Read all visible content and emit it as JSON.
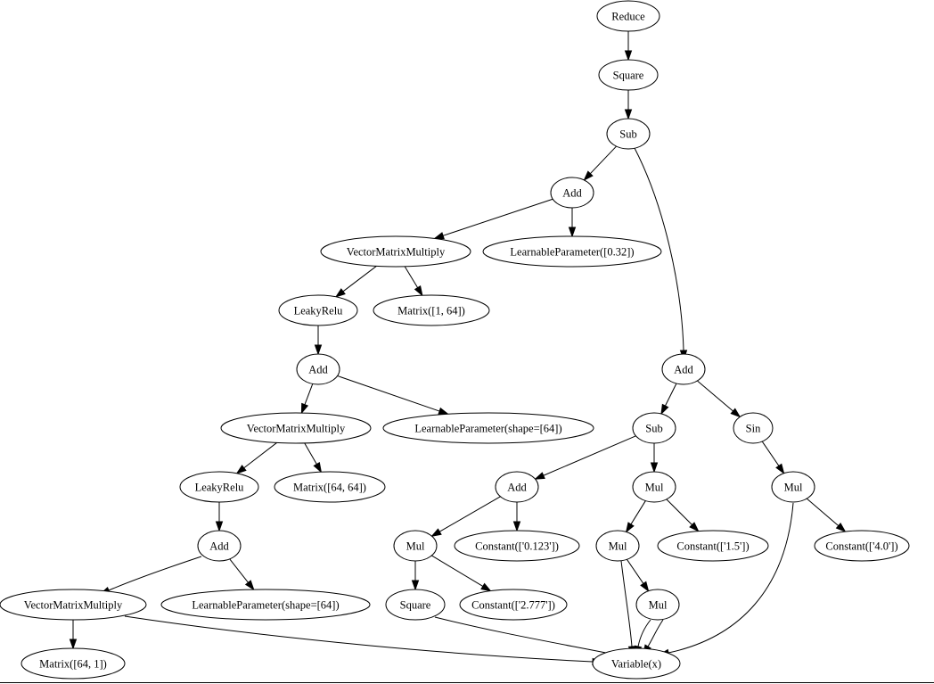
{
  "nodes": [
    {
      "id": "reduce",
      "label": "Reduce"
    },
    {
      "id": "square1",
      "label": "Square"
    },
    {
      "id": "sub1",
      "label": "Sub"
    },
    {
      "id": "add1",
      "label": "Add"
    },
    {
      "id": "vmm1",
      "label": "VectorMatrixMultiply"
    },
    {
      "id": "lp1",
      "label": "LearnableParameter([0.32])"
    },
    {
      "id": "lrelu1",
      "label": "LeakyRelu"
    },
    {
      "id": "mat1",
      "label": "Matrix([1, 64])"
    },
    {
      "id": "add2",
      "label": "Add"
    },
    {
      "id": "vmm2",
      "label": "VectorMatrixMultiply"
    },
    {
      "id": "lp2",
      "label": "LearnableParameter(shape=[64])"
    },
    {
      "id": "lrelu2",
      "label": "LeakyRelu"
    },
    {
      "id": "mat2",
      "label": "Matrix([64, 64])"
    },
    {
      "id": "add3",
      "label": "Add"
    },
    {
      "id": "vmm3",
      "label": "VectorMatrixMultiply"
    },
    {
      "id": "lp3",
      "label": "LearnableParameter(shape=[64])"
    },
    {
      "id": "mat3",
      "label": "Matrix([64, 1])"
    },
    {
      "id": "addR",
      "label": "Add"
    },
    {
      "id": "sub2",
      "label": "Sub"
    },
    {
      "id": "sin",
      "label": "Sin"
    },
    {
      "id": "add4",
      "label": "Add"
    },
    {
      "id": "mulA",
      "label": "Mul"
    },
    {
      "id": "mulB",
      "label": "Mul"
    },
    {
      "id": "mulC",
      "label": "Mul"
    },
    {
      "id": "const0123",
      "label": "Constant(['0.123'])"
    },
    {
      "id": "mulD",
      "label": "Mul"
    },
    {
      "id": "const15",
      "label": "Constant(['1.5'])"
    },
    {
      "id": "const40",
      "label": "Constant(['4.0'])"
    },
    {
      "id": "square2",
      "label": "Square"
    },
    {
      "id": "const2777",
      "label": "Constant(['2.777'])"
    },
    {
      "id": "mulE",
      "label": "Mul"
    },
    {
      "id": "var",
      "label": "Variable(x)"
    }
  ],
  "edges": [
    [
      "reduce",
      "square1"
    ],
    [
      "square1",
      "sub1"
    ],
    [
      "sub1",
      "add1"
    ],
    [
      "sub1",
      "addR"
    ],
    [
      "add1",
      "vmm1"
    ],
    [
      "add1",
      "lp1"
    ],
    [
      "vmm1",
      "lrelu1"
    ],
    [
      "vmm1",
      "mat1"
    ],
    [
      "lrelu1",
      "add2"
    ],
    [
      "add2",
      "vmm2"
    ],
    [
      "add2",
      "lp2"
    ],
    [
      "vmm2",
      "lrelu2"
    ],
    [
      "vmm2",
      "mat2"
    ],
    [
      "lrelu2",
      "add3"
    ],
    [
      "add3",
      "vmm3"
    ],
    [
      "add3",
      "lp3"
    ],
    [
      "vmm3",
      "mat3"
    ],
    [
      "vmm3",
      "var"
    ],
    [
      "addR",
      "sub2"
    ],
    [
      "addR",
      "sin"
    ],
    [
      "sub2",
      "add4"
    ],
    [
      "sub2",
      "mulA"
    ],
    [
      "sin",
      "mulB"
    ],
    [
      "add4",
      "mulC"
    ],
    [
      "add4",
      "const0123"
    ],
    [
      "mulA",
      "mulD"
    ],
    [
      "mulA",
      "const15"
    ],
    [
      "mulB",
      "const40"
    ],
    [
      "mulB",
      "var"
    ],
    [
      "mulC",
      "square2"
    ],
    [
      "mulC",
      "const2777"
    ],
    [
      "square2",
      "var"
    ],
    [
      "mulD",
      "mulE"
    ],
    [
      "mulD",
      "var"
    ],
    [
      "mulE",
      "var"
    ],
    [
      "mulE",
      "var"
    ]
  ]
}
